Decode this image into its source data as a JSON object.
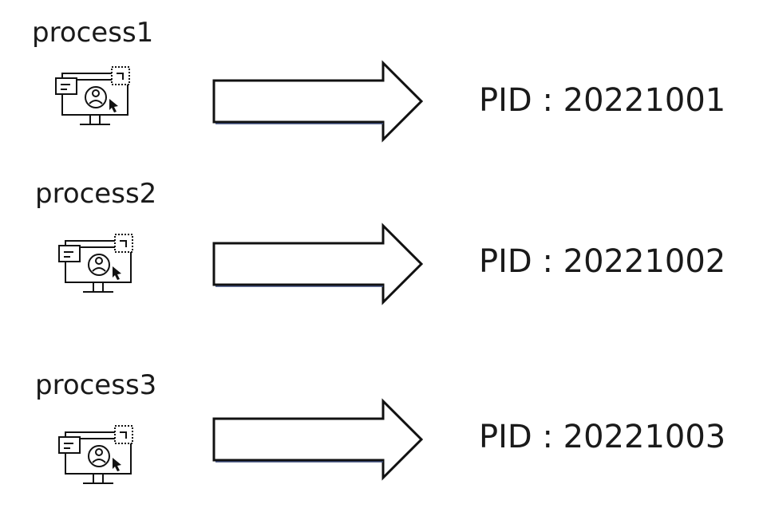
{
  "rows": [
    {
      "label": "process1",
      "pid_prefix": "PID",
      "pid_sep": ":",
      "pid_value": "20221001",
      "icon": "computer-user-icon"
    },
    {
      "label": "process2",
      "pid_prefix": "PID",
      "pid_sep": ":",
      "pid_value": "20221002",
      "icon": "computer-user-icon"
    },
    {
      "label": "process3",
      "pid_prefix": "PID",
      "pid_sep": ":",
      "pid_value": "20221003",
      "icon": "computer-user-icon"
    }
  ],
  "colors": {
    "stroke": "#111111",
    "background": "#ffffff"
  }
}
